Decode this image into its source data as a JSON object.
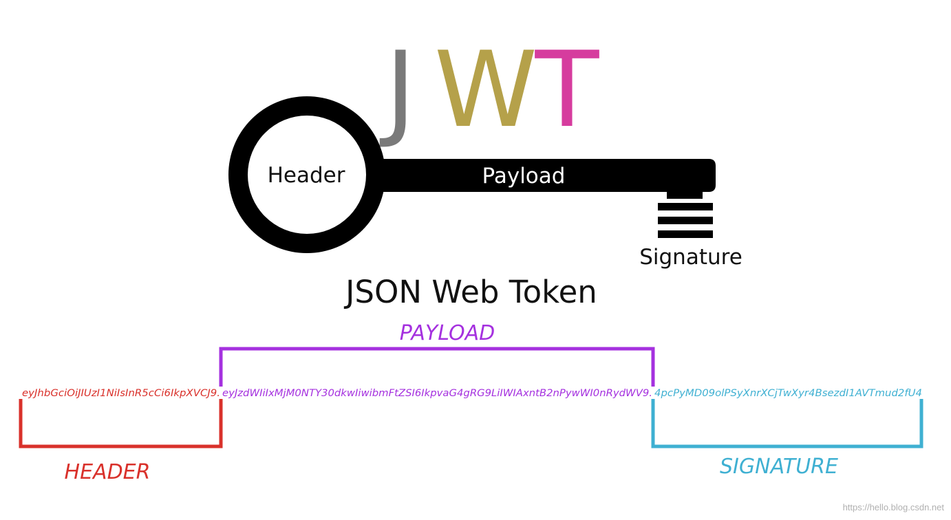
{
  "logo": {
    "letters": [
      "J",
      "W",
      "T"
    ],
    "colors": [
      "#7a7a7a",
      "#b5a14a",
      "#d63c9e"
    ]
  },
  "key": {
    "header_label": "Header",
    "payload_label": "Payload",
    "signature_label": "Signature",
    "color": "#000000"
  },
  "title": "JSON Web Token",
  "token": {
    "header": "eyJhbGciOiJIUzI1NiIsInR5cCi6IkpXVCJ9.",
    "payload": "eyJzdWIiIxMjM0NTY30dkwIiwibmFtZSI6IkpvaG4gRG9LiIWIAxntB2nPywWI0nRydWV9.",
    "signature": "4pcPyMD09olPSyXnrXCjTwXyr4BsezdI1AVTmud2fU4"
  },
  "parts": {
    "header_label": "HEADER",
    "payload_label": "PAYLOAD",
    "signature_label": "SIGNATURE"
  },
  "colors": {
    "header": "#d9312b",
    "payload": "#a531df",
    "signature": "#3fb0d2"
  },
  "watermark": "https://hello.blog.csdn.net"
}
